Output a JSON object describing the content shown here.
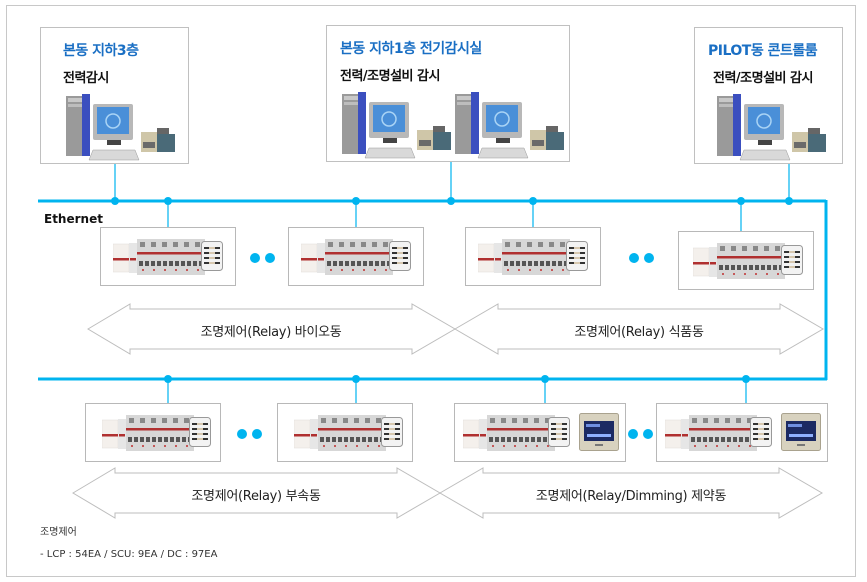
{
  "diagram": {
    "network_label": "Ethernet",
    "network_color": "#00b4ef",
    "title_color": "#1a6fc4",
    "workstations": [
      {
        "title": "본동 지하3층",
        "subtitle": "전력감시",
        "pc_count": 1,
        "icon": "computer-workstation-icon"
      },
      {
        "title": "본동 지하1층 전기감시실",
        "subtitle": "전력/조명설비 감시",
        "pc_count": 2,
        "icon": "computer-workstation-icon"
      },
      {
        "title": "PILOT동 콘트롤룸",
        "subtitle": "전력/조명설비 감시",
        "pc_count": 1,
        "icon": "computer-workstation-icon"
      }
    ],
    "zones": [
      {
        "label": "조명제어(Relay) 바이오동",
        "panels": [
          "lcp",
          "lcp"
        ],
        "devices": [
          "relay-panel",
          "switch"
        ]
      },
      {
        "label": "조명제어(Relay) 식품동",
        "panels": [
          "lcp",
          "lcp"
        ],
        "devices": [
          "relay-panel",
          "switch"
        ]
      },
      {
        "label": "조명제어(Relay) 부속동",
        "panels": [
          "lcp",
          "lcp"
        ],
        "devices": [
          "relay-panel",
          "switch"
        ]
      },
      {
        "label": "조명제어(Relay/Dimming) 제약동",
        "panels": [
          "lcp",
          "lcp"
        ],
        "devices": [
          "relay-panel",
          "switch",
          "touch-screen"
        ]
      }
    ],
    "notes": {
      "heading": "조명제어",
      "detail": "- LCP : 54EA / SCU: 9EA / DC : 97EA"
    }
  }
}
